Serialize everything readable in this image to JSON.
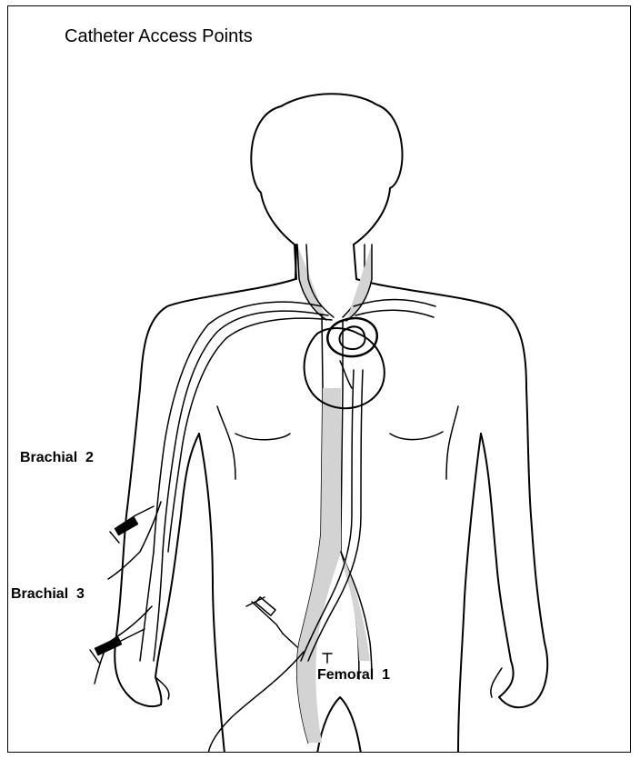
{
  "title": "Catheter Access Points",
  "labels": {
    "brachial_2": "Brachial  2",
    "brachial_3": "Brachial  3",
    "femoral_1": "Femoral  1"
  },
  "colors": {
    "line": "#000000",
    "vessel_fill": "#d3d3d3",
    "background": "#ffffff"
  }
}
